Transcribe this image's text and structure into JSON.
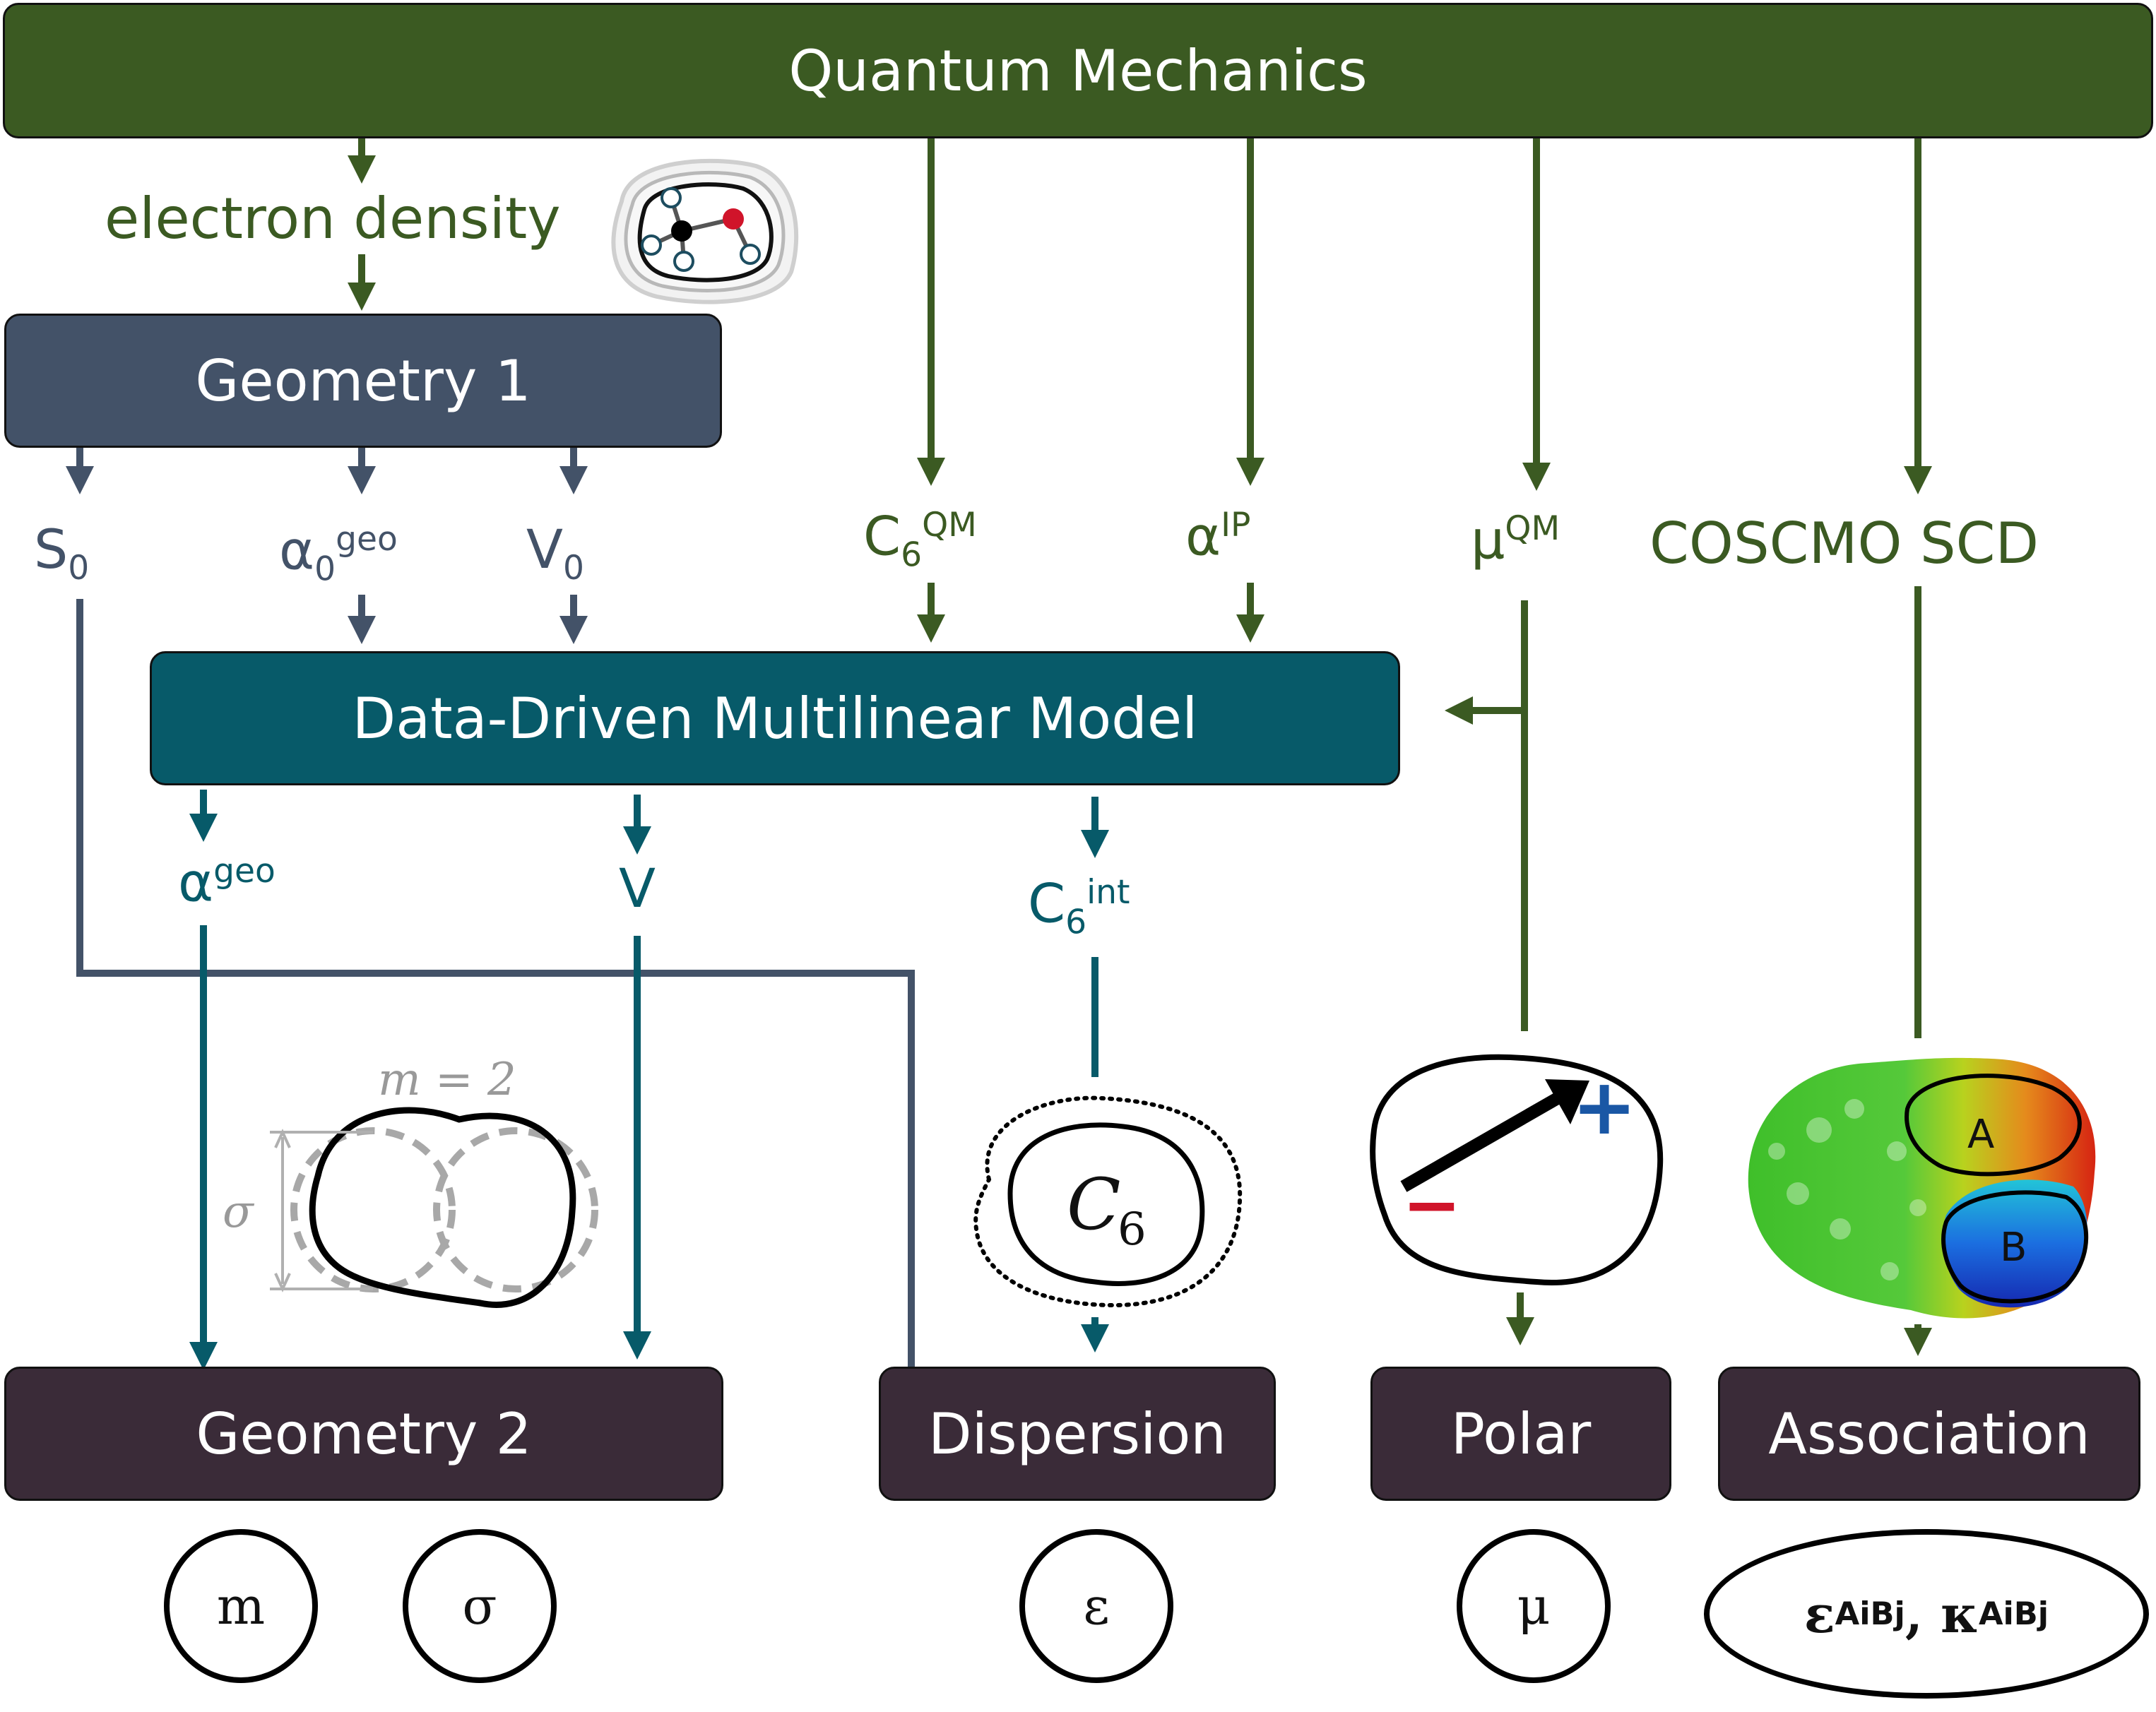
{
  "boxes": {
    "quantum_mechanics": "Quantum Mechanics",
    "geometry1": "Geometry 1",
    "ddmm": "Data-Driven Multilinear Model",
    "geometry2": "Geometry 2",
    "dispersion": "Dispersion",
    "polar": "Polar",
    "association": "Association"
  },
  "labels": {
    "electron_density": "electron density",
    "s0": {
      "base": "S",
      "sub": "0"
    },
    "alpha0_geo": {
      "base": "α",
      "sub": "0",
      "sup": "geo"
    },
    "v0": {
      "base": "V",
      "sub": "0"
    },
    "c6_qm": {
      "base": "C",
      "sub": "6",
      "sup": "QM"
    },
    "alpha_ip": {
      "base": "α",
      "sup": "IP"
    },
    "mu_qm": {
      "base": "μ",
      "sup": "QM"
    },
    "coscmo_scd": "COSCMO SCD",
    "alpha_geo": {
      "base": "α",
      "sup": "geo"
    },
    "v": "V",
    "c6_int": {
      "base": "C",
      "sub": "6",
      "sup": "int"
    }
  },
  "illustrations": {
    "segment_count": "m = 2",
    "sigma": "σ",
    "c6_symbol": {
      "base": "C",
      "sub": "6"
    },
    "dipole_plus": "+",
    "dipole_minus": "−",
    "site_a": "A",
    "site_b": "B"
  },
  "parameters": {
    "m": "m",
    "sigma": "σ",
    "epsilon": "ε",
    "mu": "μ",
    "association": {
      "eps": "ε",
      "eps_sup": "AiBj",
      "sep": ", ",
      "kappa": "κ",
      "kappa_sup": "AiBj"
    }
  },
  "colors": {
    "quantum": "#3b5a22",
    "geometry1": "#435268",
    "model": "#075a69",
    "output": "#3a2b38"
  }
}
